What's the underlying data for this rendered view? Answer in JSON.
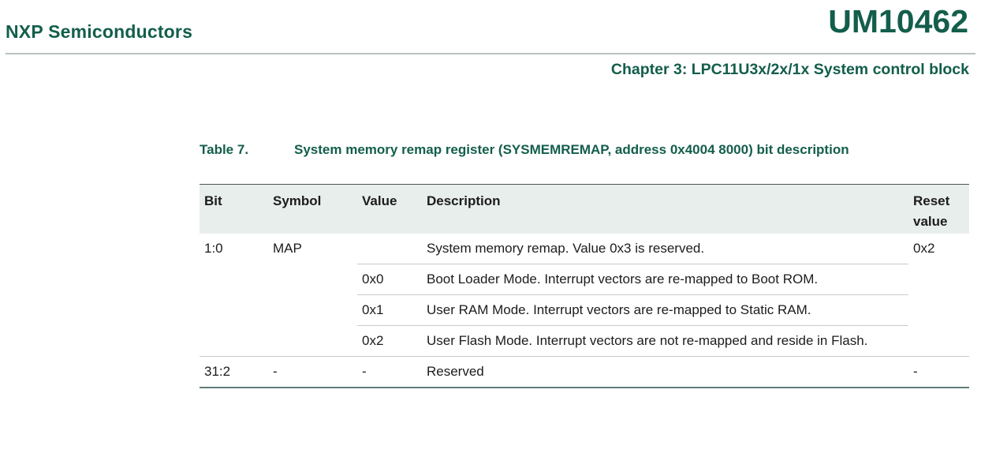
{
  "page": {
    "publisher": "NXP Semiconductors",
    "doc_id": "UM10462",
    "chapter_title": "Chapter 3: LPC11U3x/2x/1x System control block"
  },
  "table7": {
    "caption_label": "Table 7.",
    "caption_text": "System memory remap register (SYSMEMREMAP, address 0x4004 8000) bit description",
    "columns": {
      "bit": "Bit",
      "symbol": "Symbol",
      "value": "Value",
      "description": "Description",
      "reset": "Reset value"
    },
    "rows": [
      {
        "bit": "1:0",
        "symbol": "MAP",
        "value": "",
        "description": "System memory remap. Value 0x3 is reserved.",
        "reset": "0x2"
      },
      {
        "bit": "",
        "symbol": "",
        "value": "0x0",
        "description": "Boot Loader Mode. Interrupt vectors are re-mapped to Boot ROM.",
        "reset": ""
      },
      {
        "bit": "",
        "symbol": "",
        "value": "0x1",
        "description": "User RAM Mode. Interrupt vectors are re-mapped to Static RAM.",
        "reset": ""
      },
      {
        "bit": "",
        "symbol": "",
        "value": "0x2",
        "description": "User Flash Mode. Interrupt vectors are not re-mapped and reside in Flash.",
        "reset": ""
      },
      {
        "bit": "31:2",
        "symbol": "-",
        "value": "-",
        "description": "Reserved",
        "reset": "-"
      }
    ]
  },
  "colors": {
    "brand_green": "#135e4b",
    "header_row_bg": "#e8eeec",
    "table_top_border": "#4c5452",
    "row_divider": "#cbcbcb",
    "table_bottom_border": "#5f7d7a",
    "masthead_rule": "#b7c2c1",
    "body_text": "#1c1c1c"
  }
}
